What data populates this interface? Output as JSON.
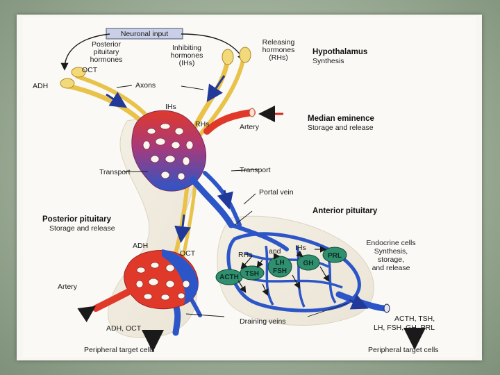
{
  "colors": {
    "vein": "#2c55c8",
    "artery": "#e0392a",
    "axon": "#e9c24a",
    "cell": "#2f8f6f",
    "arrow": "#d8261b"
  },
  "neuronal_input": "Neuronal input",
  "posterior_pituitary_hormones": [
    "Posterior",
    "pituitary",
    "hormones"
  ],
  "inhibiting_hormones": [
    "Inhibiting",
    "hormones",
    "(IHs)"
  ],
  "releasing_hormones": [
    "Releasing",
    "hormones",
    "(RHs)"
  ],
  "hypothalamus": {
    "title": "Hypothalamus",
    "subtitle": "Synthesis"
  },
  "oct_top": "OCT",
  "adh_top": "ADH",
  "axons": "Axons",
  "ihs_top": "IHs",
  "rhs_top": "RHs",
  "artery_top": "Artery",
  "median_eminence": {
    "title": "Median eminence",
    "subtitle": "Storage and release"
  },
  "transport_left": "Transport",
  "transport_right": "Transport",
  "portal_vein": "Portal vein",
  "anterior_pituitary": "Anterior pituitary",
  "posterior_pituitary": {
    "title": "Posterior pituitary",
    "subtitle": "Storage and release"
  },
  "adh_mid": "ADH",
  "oct_mid": "OCT",
  "rhs_mid": "RHs",
  "and_mid": "and",
  "ihs_mid": "IHs",
  "endocrine": [
    "Endocrine cells",
    "Synthesis,",
    "storage,",
    "and release"
  ],
  "cells": {
    "acth": "ACTH",
    "tsh": "TSH",
    "lh_fsh": [
      "LH",
      "FSH"
    ],
    "gh": "GH",
    "prl": "PRL"
  },
  "artery_bottom": "Artery",
  "adh_oct": "ADH, OCT",
  "draining_veins": "Draining veins",
  "anterior_outputs": [
    "ACTH, TSH,",
    "LH, FSH, GH, PRL"
  ],
  "peripheral_left": "Peripheral target cells",
  "peripheral_right": "Peripheral target cells"
}
